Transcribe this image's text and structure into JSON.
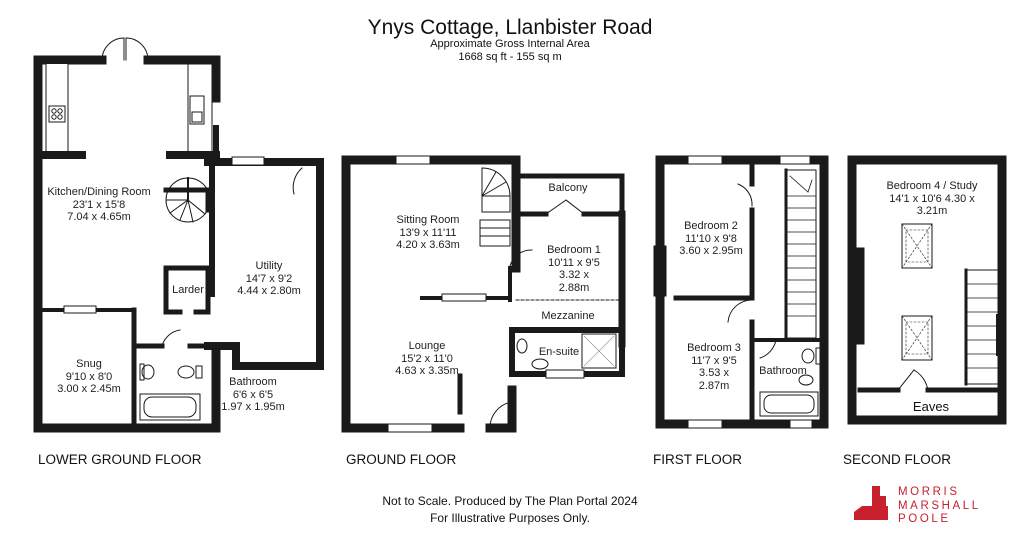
{
  "header": {
    "title": "Ynys Cottage, Llanbister Road",
    "subtitle": "Approximate Gross Internal Area",
    "area": "1668 sq ft - 155 sq m"
  },
  "floors": {
    "lower": {
      "label": "LOWER GROUND FLOOR"
    },
    "ground": {
      "label": "GROUND FLOOR"
    },
    "first": {
      "label": "FIRST FLOOR"
    },
    "second": {
      "label": "SECOND FLOOR"
    }
  },
  "rooms": {
    "kitchen": {
      "name": "Kitchen/Dining Room",
      "imperial": "23'1 x 15'8",
      "metric": "7.04 x 4.65m"
    },
    "larder": {
      "name": "Larder"
    },
    "utility": {
      "name": "Utility",
      "imperial": "14'7 x 9'2",
      "metric": "4.44 x 2.80m"
    },
    "snug": {
      "name": "Snug",
      "imperial": "9'10 x 8'0",
      "metric": "3.00 x 2.45m"
    },
    "bathroom_lg": {
      "name": "Bathroom",
      "imperial": "6'6 x 6'5",
      "metric": "1.97 x 1.95m"
    },
    "sitting": {
      "name": "Sitting Room",
      "imperial": "13'9 x 11'11",
      "metric": "4.20 x 3.63m"
    },
    "balcony": {
      "name": "Balcony"
    },
    "bedroom1": {
      "name": "Bedroom 1",
      "imperial": "10'11 x 9'5",
      "metric_a": "3.32 x",
      "metric_b": "2.88m"
    },
    "mezzanine": {
      "name": "Mezzanine"
    },
    "ensuite": {
      "name": "En-suite"
    },
    "lounge": {
      "name": "Lounge",
      "imperial": "15'2 x 11'0",
      "metric": "4.63 x 3.35m"
    },
    "bedroom2": {
      "name": "Bedroom 2",
      "imperial": "11'10 x 9'8",
      "metric": "3.60 x 2.95m"
    },
    "bedroom3": {
      "name": "Bedroom 3",
      "imperial": "11'7 x 9'5",
      "metric_a": "3.53 x",
      "metric_b": "2.87m"
    },
    "bathroom_ff": {
      "name": "Bathroom"
    },
    "bedroom4": {
      "name": "Bedroom 4 / Study",
      "imperial": "14'1 x 10'6 4.30 x",
      "metric": "3.21m"
    },
    "eaves": {
      "name": "Eaves"
    }
  },
  "footer": {
    "line1": "Not to Scale. Produced by The Plan Portal 2024",
    "line2": "For Illustrative Purposes Only."
  },
  "logo": {
    "line1": "MORRIS",
    "line2": "MARSHALL",
    "line3": "POOLE",
    "color": "#c8202f"
  },
  "colors": {
    "wall": "#1a1a1a",
    "accent": "#c8202f"
  }
}
